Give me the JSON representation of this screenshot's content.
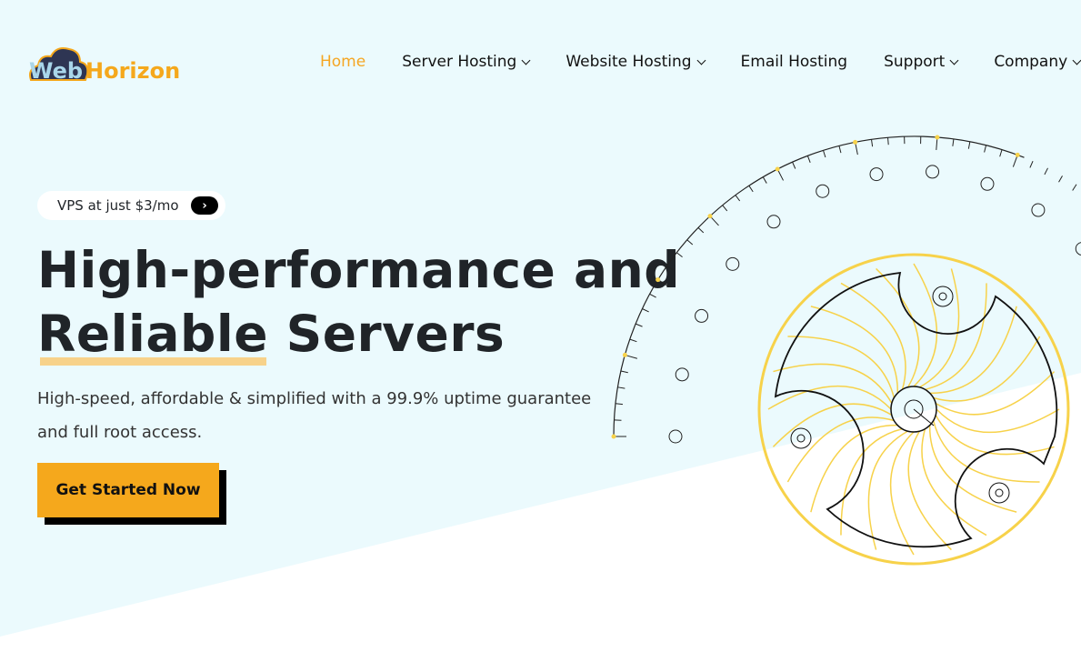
{
  "brand": {
    "part1": "Web",
    "part2": "Horizon",
    "colors": {
      "cloud": "#2e3553",
      "web": "#a9d6ea",
      "horizon": "#f5a81c"
    }
  },
  "nav": {
    "items": [
      {
        "label": "Home",
        "active": true,
        "dropdown": false
      },
      {
        "label": "Server Hosting",
        "dropdown": true
      },
      {
        "label": "Website Hosting",
        "dropdown": true
      },
      {
        "label": "Email Hosting",
        "dropdown": false
      },
      {
        "label": "Support",
        "dropdown": true
      },
      {
        "label": "Company",
        "dropdown": true
      }
    ]
  },
  "hero": {
    "promo": "VPS at just $3/mo",
    "promo_icon": "chevron-right-icon",
    "title_line1": "High-performance and",
    "title_highlight": "Reliable",
    "title_rest": " Servers",
    "subtitle": "High-speed, affordable & simplified with a 99.9% uptime guarantee and full root access.",
    "cta": "Get Started Now"
  },
  "colors": {
    "accent": "#f5a81c",
    "background": "#ebfafd",
    "illustration_yellow": "#f7d24a"
  }
}
